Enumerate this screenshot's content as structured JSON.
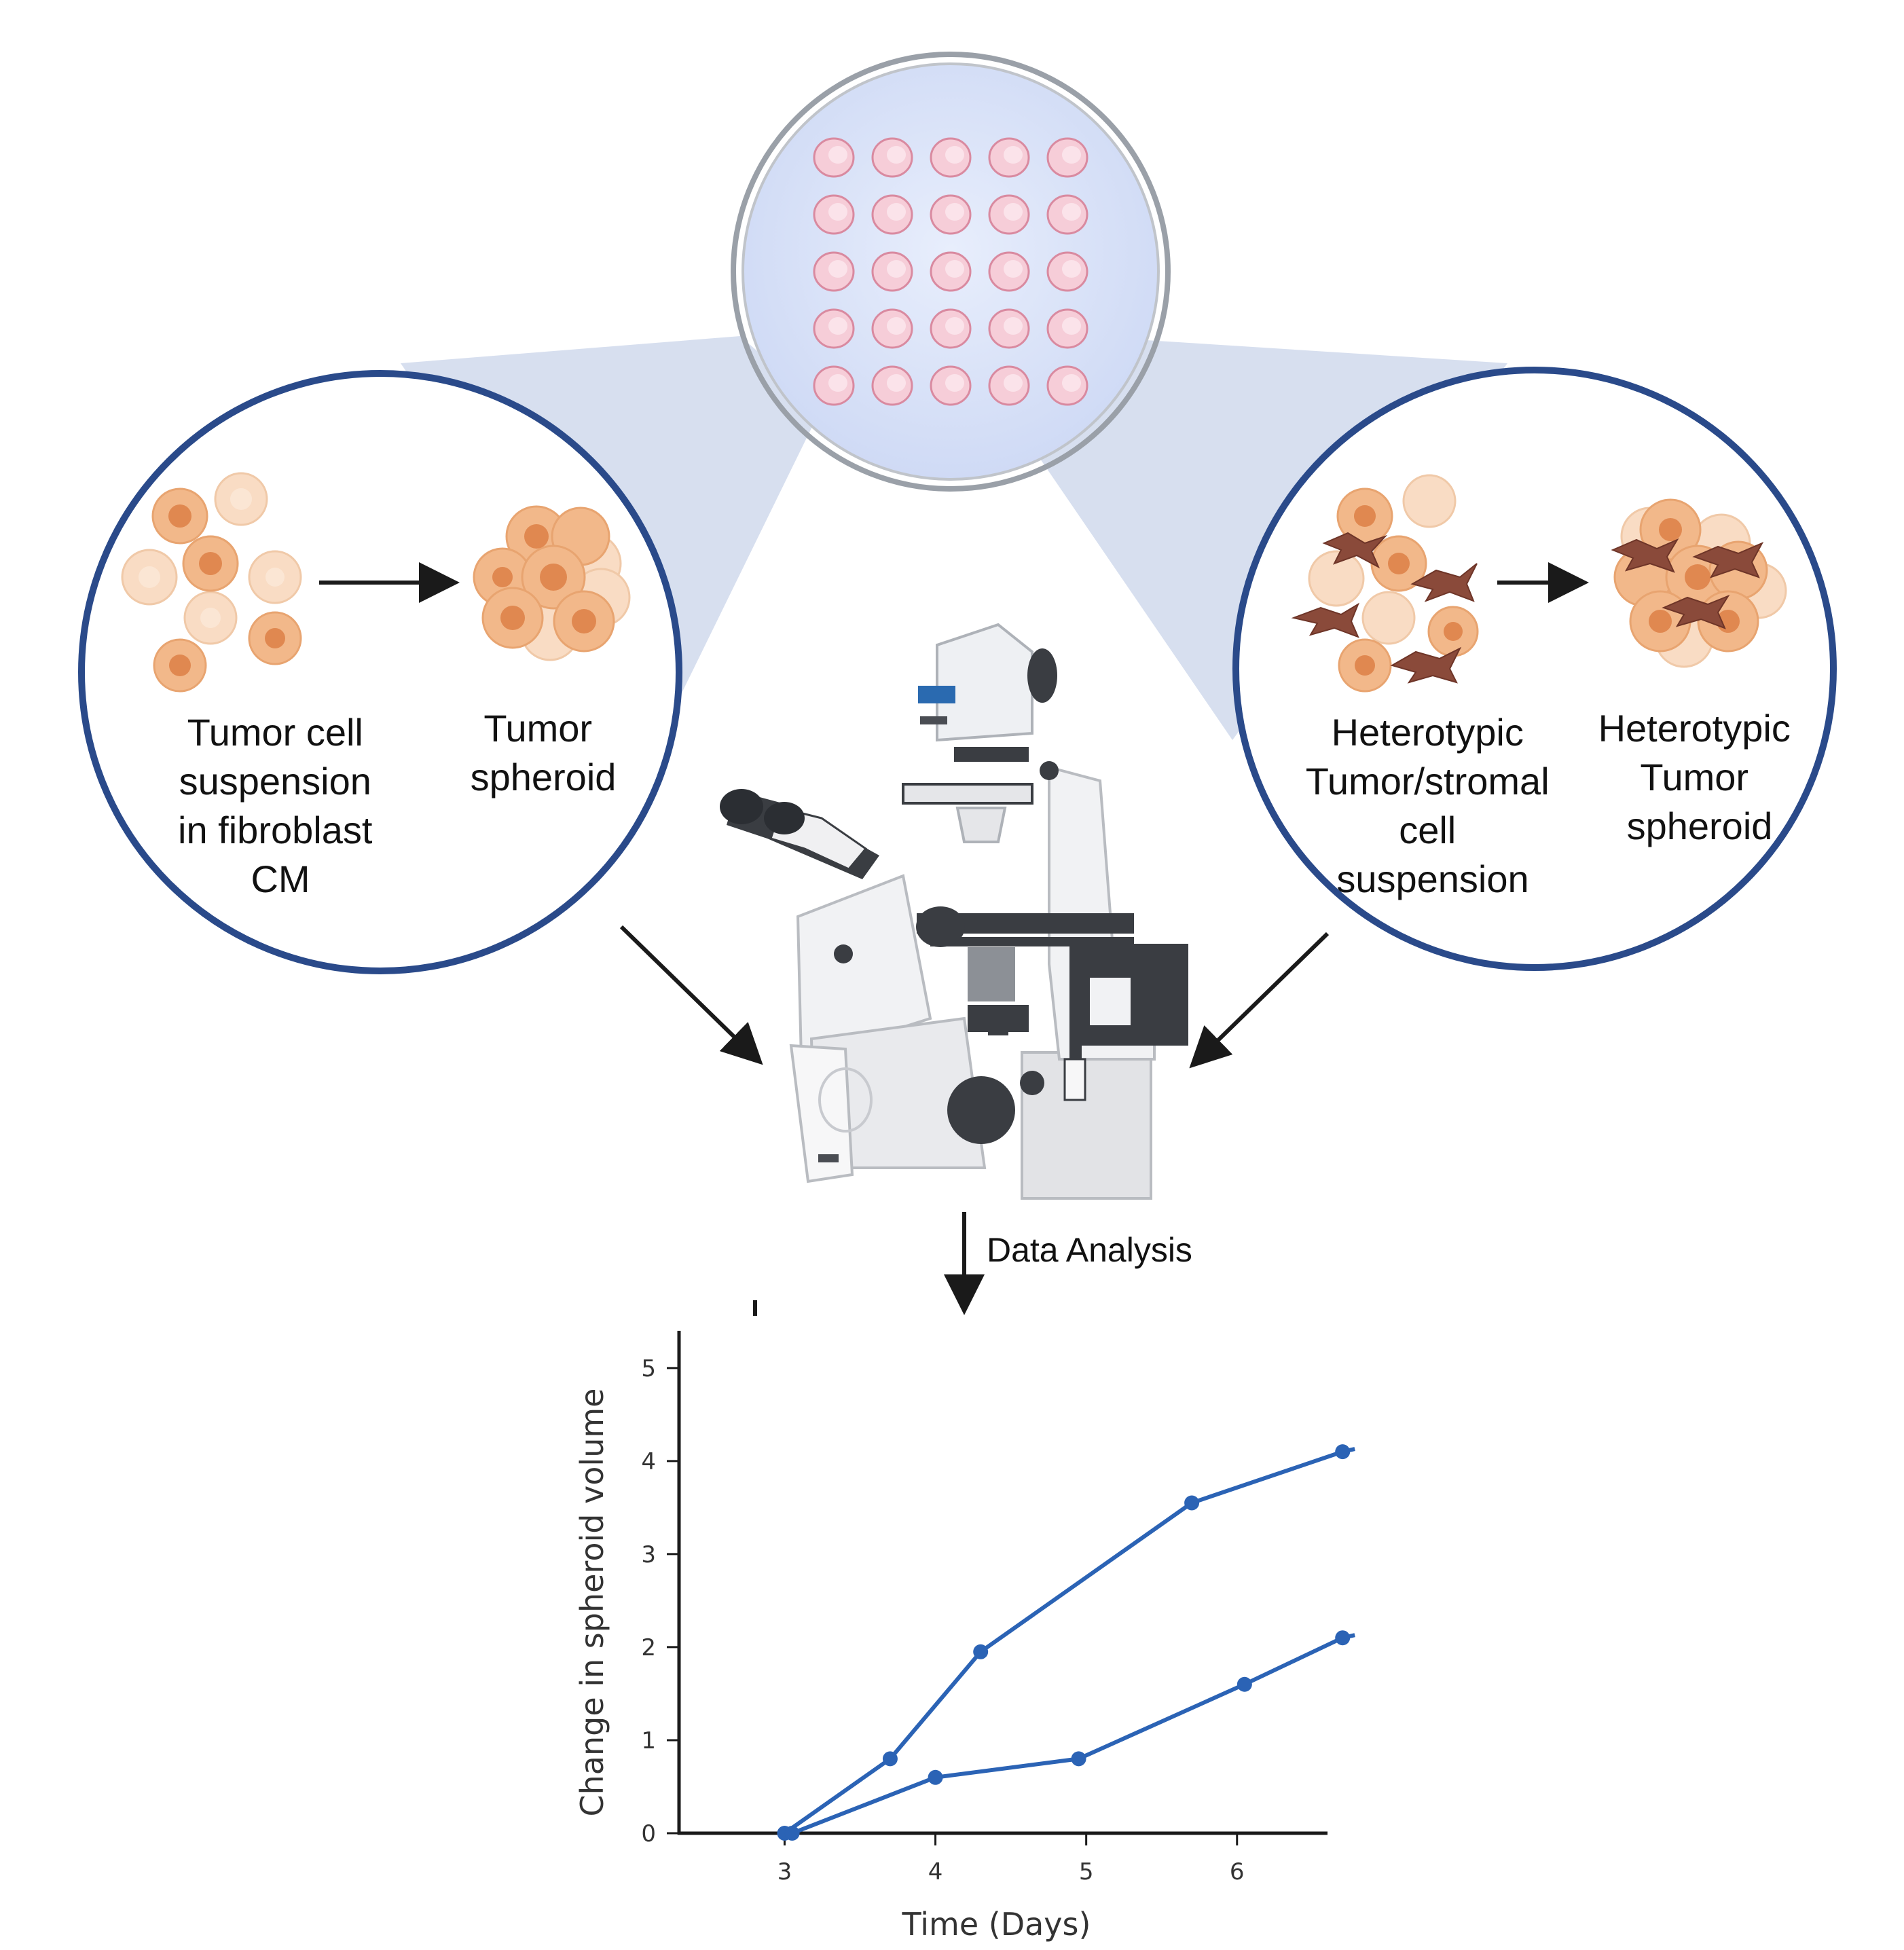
{
  "labels": {
    "left_input": [
      "Tumor cell",
      "suspension",
      "in fibroblast",
      "CM"
    ],
    "left_output": [
      "Tumor",
      "spheroid"
    ],
    "right_input": [
      "Heterotypic",
      "Tumor/stromal",
      "cell",
      "suspension"
    ],
    "right_output": [
      "Heterotypic",
      "Tumor",
      "spheroid"
    ],
    "analysis": "Data Analysis"
  },
  "colors": {
    "circle_border": "#2a4a8a",
    "dish_fill": "#dde6fb",
    "spheroid_fill": "#f6cdd8",
    "cone_fill": "#c9d4ea",
    "tumor_cell": "#f2b88a",
    "tumor_nucleus": "#e08850",
    "stromal_cell": "#8a4a3a",
    "series_line": "#2b63b5"
  },
  "dish_grid": {
    "rows": 5,
    "cols": 5
  },
  "chart_data": {
    "type": "line",
    "title": "",
    "xlabel": "Time (Days)",
    "ylabel": "Change in spheroid volume",
    "xlim": [
      2.3,
      6.6
    ],
    "ylim": [
      0,
      5.4
    ],
    "xticks": [
      3,
      4,
      5,
      6
    ],
    "yticks": [
      0,
      1,
      2,
      3,
      4,
      5
    ],
    "series": [
      {
        "x": [
          3.0,
          3.7,
          4.3,
          5.7,
          6.7
        ],
        "y": [
          0.0,
          0.8,
          1.95,
          3.55,
          4.1
        ]
      },
      {
        "x": [
          3.05,
          4.0,
          4.95,
          6.05,
          6.7
        ],
        "y": [
          0.0,
          0.6,
          0.8,
          1.6,
          2.1
        ]
      }
    ]
  }
}
